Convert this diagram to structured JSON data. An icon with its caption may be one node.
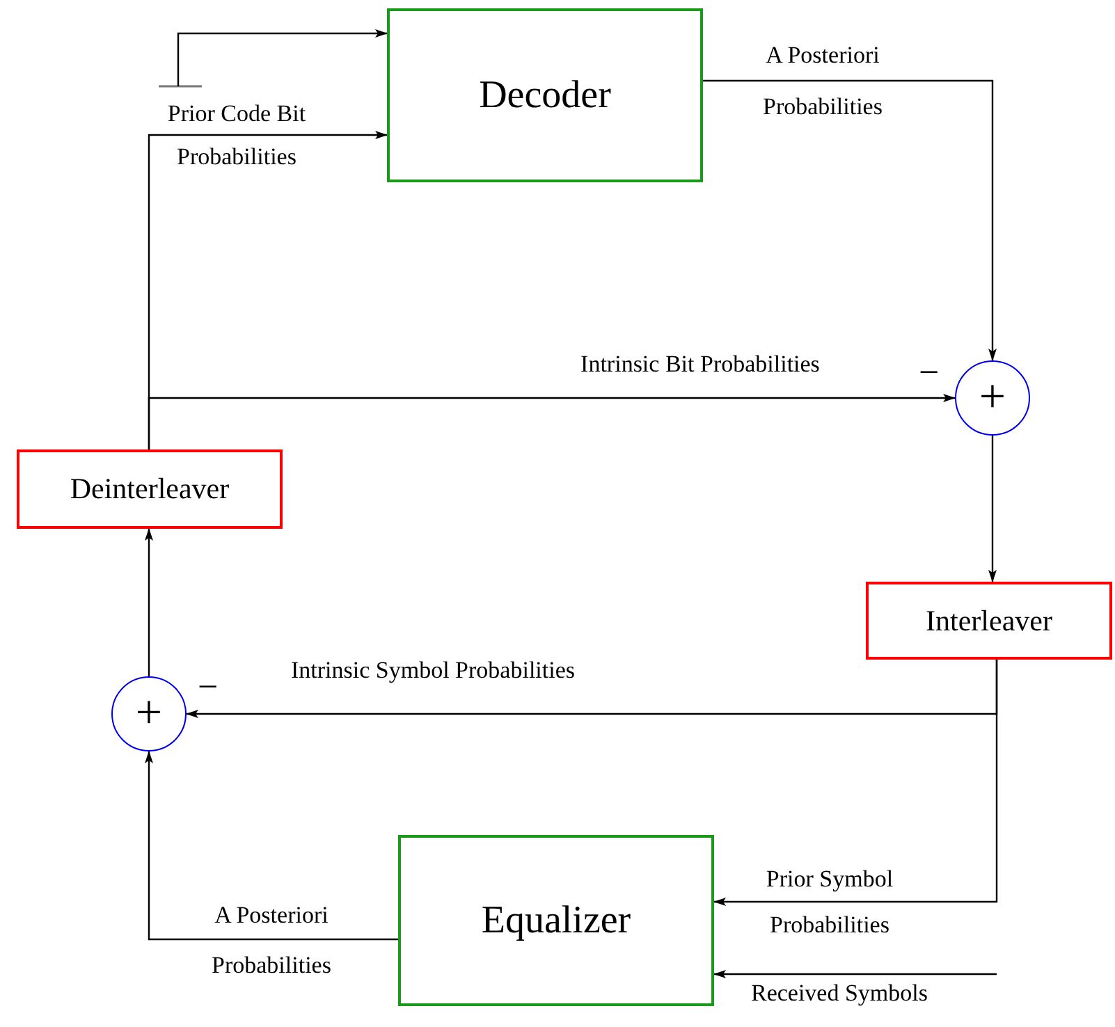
{
  "diagram": {
    "nodes": [
      {
        "text": [
          "Decoder"
        ]
      },
      {
        "text": [
          "Deinterleaver"
        ]
      },
      {
        "text": [
          "Interleaver"
        ]
      },
      {
        "text": [
          "Equalizer"
        ]
      },
      {
        "text": [
          "+"
        ],
        "beside": [
          "−"
        ]
      },
      {
        "text": [
          "+"
        ],
        "beside": [
          "−"
        ]
      }
    ],
    "edges": [
      {
        "from": null,
        "to": 0,
        "arrow": "to"
      },
      {
        "from": 1,
        "to": 0,
        "arrow": "to",
        "label": "Prior Code Bit Probabilities"
      },
      {
        "from": 1,
        "to": 4,
        "arrow": "to",
        "label": "Intrinsic Bit Probabilities"
      },
      {
        "from": 0,
        "to": 4,
        "arrow": "to",
        "label": "A Posteriori Probabilities"
      },
      {
        "from": 4,
        "to": 2,
        "arrow": "to"
      },
      {
        "from": 2,
        "to": 5,
        "arrow": "to",
        "label": "Intrinsic Symbol Probabilities"
      },
      {
        "from": 2,
        "to": 3,
        "arrow": "to",
        "label": "Prior Symbol Probabilities"
      },
      {
        "from": null,
        "to": 3,
        "arrow": "to",
        "label": "Received Symbols"
      },
      {
        "from": 3,
        "to": 5,
        "arrow": "to",
        "label": "A Posteriori Probabilities"
      },
      {
        "from": 5,
        "to": 1,
        "arrow": "to"
      }
    ]
  }
}
